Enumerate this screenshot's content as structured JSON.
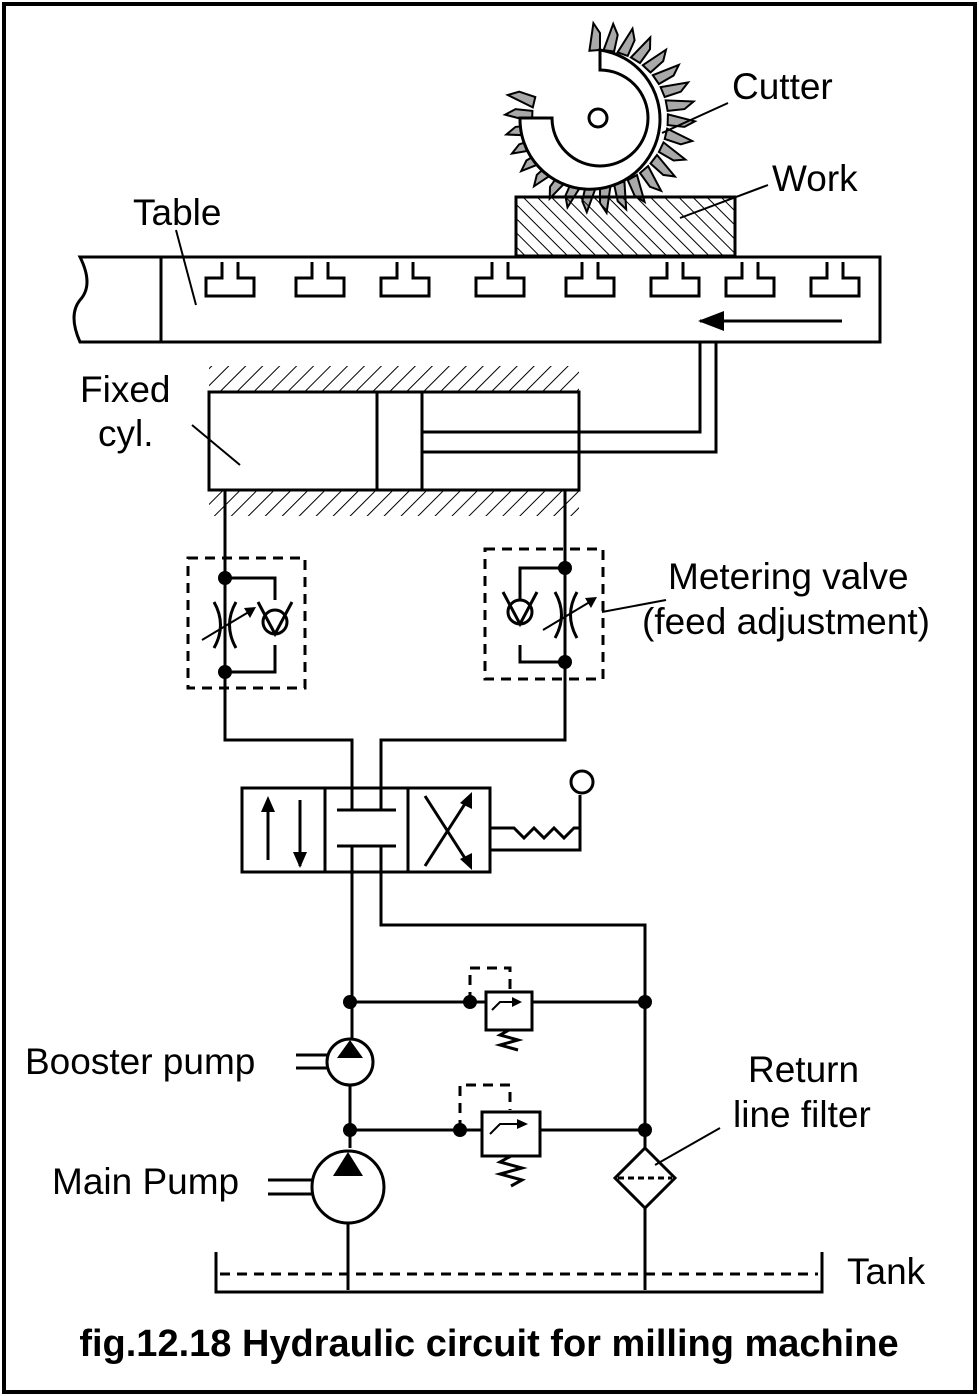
{
  "labels": {
    "cutter": "Cutter",
    "work": "Work",
    "table": "Table",
    "fixed_cyl_line1": "Fixed",
    "fixed_cyl_line2": "cyl.",
    "metering_line1": "Metering valve",
    "metering_line2": "(feed adjustment)",
    "booster_pump": "Booster pump",
    "main_pump": "Main Pump",
    "return_filter_line1": "Return",
    "return_filter_line2": "line filter",
    "tank": "Tank"
  },
  "caption": "fig.12.18 Hydraulic circuit for milling machine",
  "colors": {
    "line": "#000000",
    "tooth_fill": "#a9a9a9",
    "background": "#ffffff"
  }
}
